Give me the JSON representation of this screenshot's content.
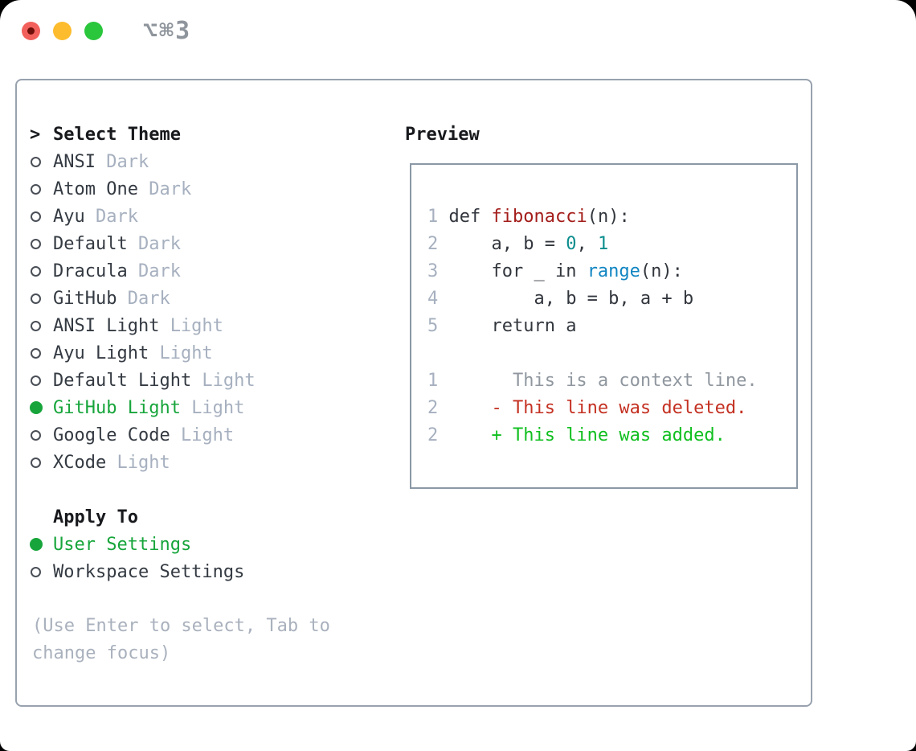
{
  "window": {
    "title": "⌥⌘3"
  },
  "theme_panel": {
    "header": {
      "marker": ">",
      "label": "Select Theme"
    },
    "themes": [
      {
        "name": "ANSI",
        "variant": "Dark",
        "selected": false
      },
      {
        "name": "Atom One",
        "variant": "Dark",
        "selected": false
      },
      {
        "name": "Ayu",
        "variant": "Dark",
        "selected": false
      },
      {
        "name": "Default",
        "variant": "Dark",
        "selected": false
      },
      {
        "name": "Dracula",
        "variant": "Dark",
        "selected": false
      },
      {
        "name": "GitHub",
        "variant": "Dark",
        "selected": false
      },
      {
        "name": "ANSI Light",
        "variant": "Light",
        "selected": false
      },
      {
        "name": "Ayu Light",
        "variant": "Light",
        "selected": false
      },
      {
        "name": "Default Light",
        "variant": "Light",
        "selected": false
      },
      {
        "name": "GitHub Light",
        "variant": "Light",
        "selected": true
      },
      {
        "name": "Google Code",
        "variant": "Light",
        "selected": false
      },
      {
        "name": "XCode",
        "variant": "Light",
        "selected": false
      }
    ],
    "apply_to": {
      "label": "Apply To",
      "options": [
        {
          "name": "User Settings",
          "selected": true
        },
        {
          "name": "Workspace Settings",
          "selected": false
        }
      ]
    },
    "hint_lines": [
      "(Use Enter to select, Tab to",
      "change focus)"
    ]
  },
  "preview": {
    "label": "Preview",
    "lines": [
      [
        {
          "text": "1",
          "style": "num"
        },
        {
          "text": " def ",
          "style": "code"
        },
        {
          "text": "fibonacci",
          "style": "fn"
        },
        {
          "text": "(n):",
          "style": "code"
        }
      ],
      [
        {
          "text": "2",
          "style": "num"
        },
        {
          "text": "     a, b = ",
          "style": "code"
        },
        {
          "text": "0",
          "style": "lit"
        },
        {
          "text": ", ",
          "style": "code"
        },
        {
          "text": "1",
          "style": "lit"
        }
      ],
      [
        {
          "text": "3",
          "style": "num"
        },
        {
          "text": "     for _ in ",
          "style": "code"
        },
        {
          "text": "range",
          "style": "builtin"
        },
        {
          "text": "(n):",
          "style": "code"
        }
      ],
      [
        {
          "text": "4",
          "style": "num"
        },
        {
          "text": "         a, b = b, a + b",
          "style": "code"
        }
      ],
      [
        {
          "text": "5",
          "style": "num"
        },
        {
          "text": "     return a",
          "style": "code"
        }
      ],
      [],
      [
        {
          "text": "1",
          "style": "num"
        },
        {
          "text": "       This is a context line.",
          "style": "ctx"
        }
      ],
      [
        {
          "text": "2",
          "style": "num"
        },
        {
          "text": "     - This line was deleted.",
          "style": "del"
        }
      ],
      [
        {
          "text": "2",
          "style": "num"
        },
        {
          "text": "     + This line was added.",
          "style": "add"
        }
      ]
    ]
  },
  "colors": {
    "selection_green": "#17a53b",
    "added_green": "#10bf1f",
    "deleted_red": "#c43122",
    "function_red": "#a31d1a",
    "number_teal": "#0b8d8d",
    "builtin_blue": "#1185c2",
    "muted_gray": "#a6b0bf",
    "text_dark": "#343a42",
    "panel_border": "#98a2ae",
    "traffic_red": "#f2605b",
    "traffic_yellow": "#fdbc2e",
    "traffic_green": "#2ac63c"
  }
}
